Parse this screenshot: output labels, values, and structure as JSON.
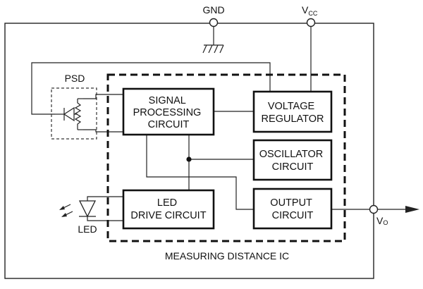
{
  "terminals": {
    "gnd": "GND",
    "vcc_main": "V",
    "vcc_sub": "CC",
    "vo_main": "V",
    "vo_sub": "O"
  },
  "blocks": {
    "signal_processing": [
      "SIGNAL",
      "PROCESSING",
      "CIRCUIT"
    ],
    "voltage_regulator": [
      "VOLTAGE",
      "REGULATOR"
    ],
    "oscillator": [
      "OSCILLATOR",
      "CIRCUIT"
    ],
    "led_drive": [
      "LED",
      "DRIVE CIRCUIT"
    ],
    "output": [
      "OUTPUT",
      "CIRCUIT"
    ]
  },
  "components": {
    "psd": "PSD",
    "led": "LED"
  },
  "ic_label": "MEASURING DISTANCE IC"
}
